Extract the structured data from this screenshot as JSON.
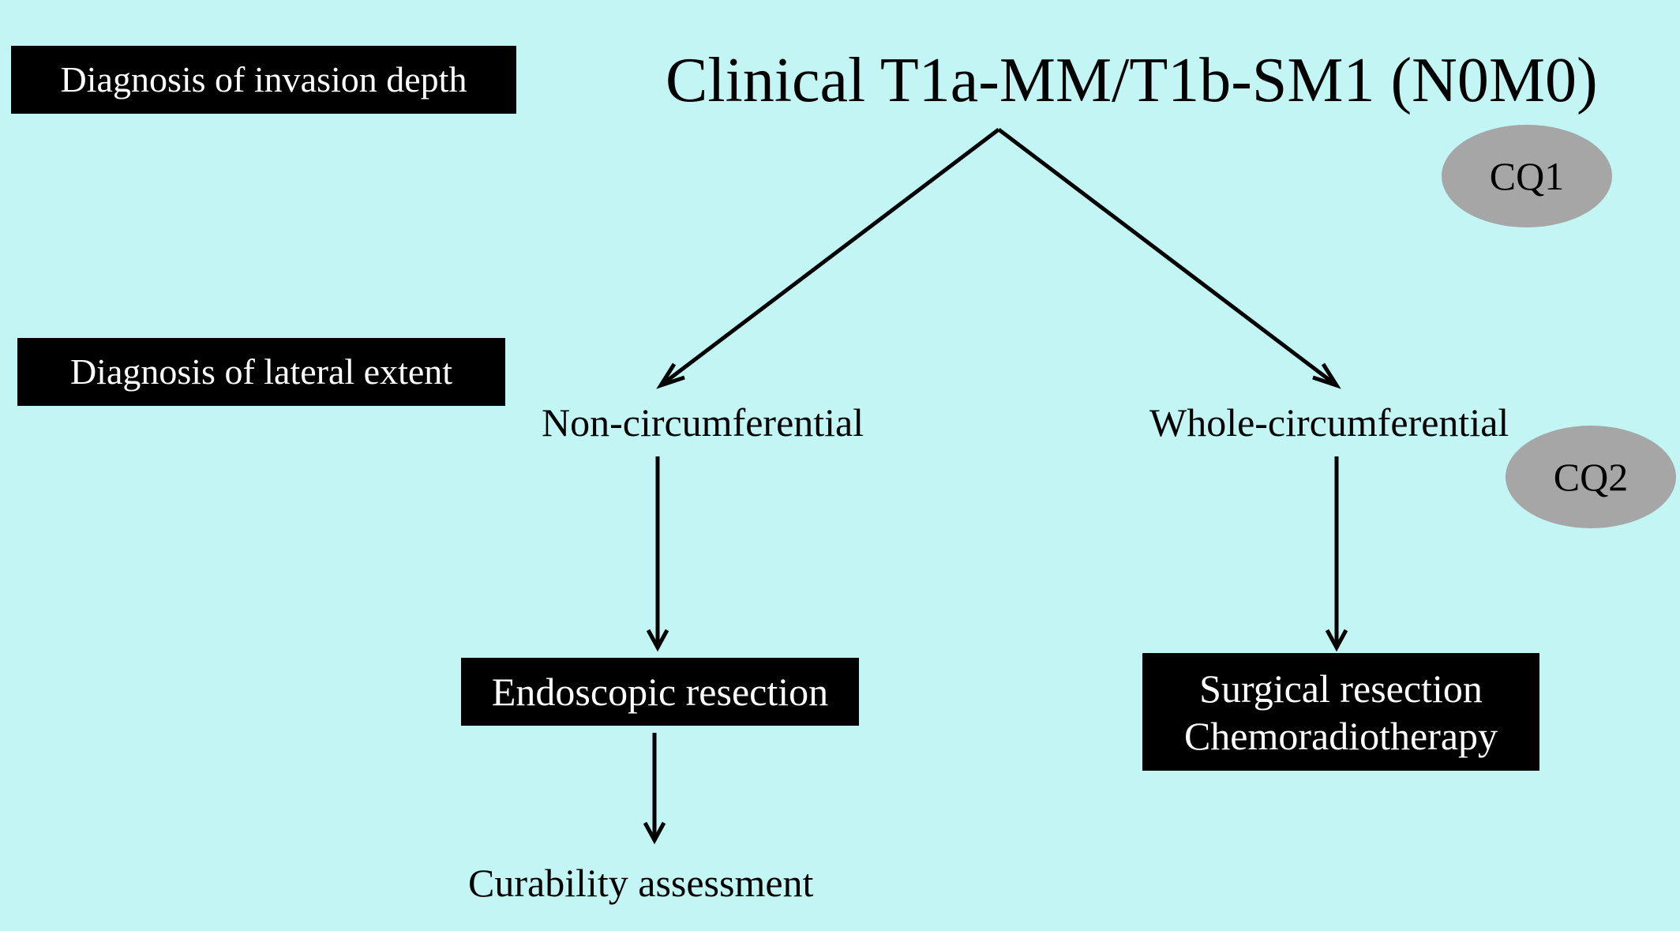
{
  "labels": {
    "invasion_depth": "Diagnosis of invasion depth",
    "lateral_extent": "Diagnosis of lateral extent"
  },
  "nodes": {
    "clinical": "Clinical T1a-MM/T1b-SM1 (N0M0)",
    "non_circumferential": "Non-circumferential",
    "whole_circumferential": "Whole-circumferential",
    "endoscopic_resection": "Endoscopic resection",
    "surgical_resection": "Surgical resection",
    "chemoradiotherapy": "Chemoradiotherapy",
    "curability_assessment": "Curability assessment"
  },
  "clinical_questions": {
    "cq1": "CQ1",
    "cq2": "CQ2"
  },
  "colors": {
    "background": "#c2f5f3",
    "box_fill": "#000000",
    "box_text": "#ffffff",
    "cq_fill": "#a6a6a6",
    "arrow": "#000000"
  }
}
